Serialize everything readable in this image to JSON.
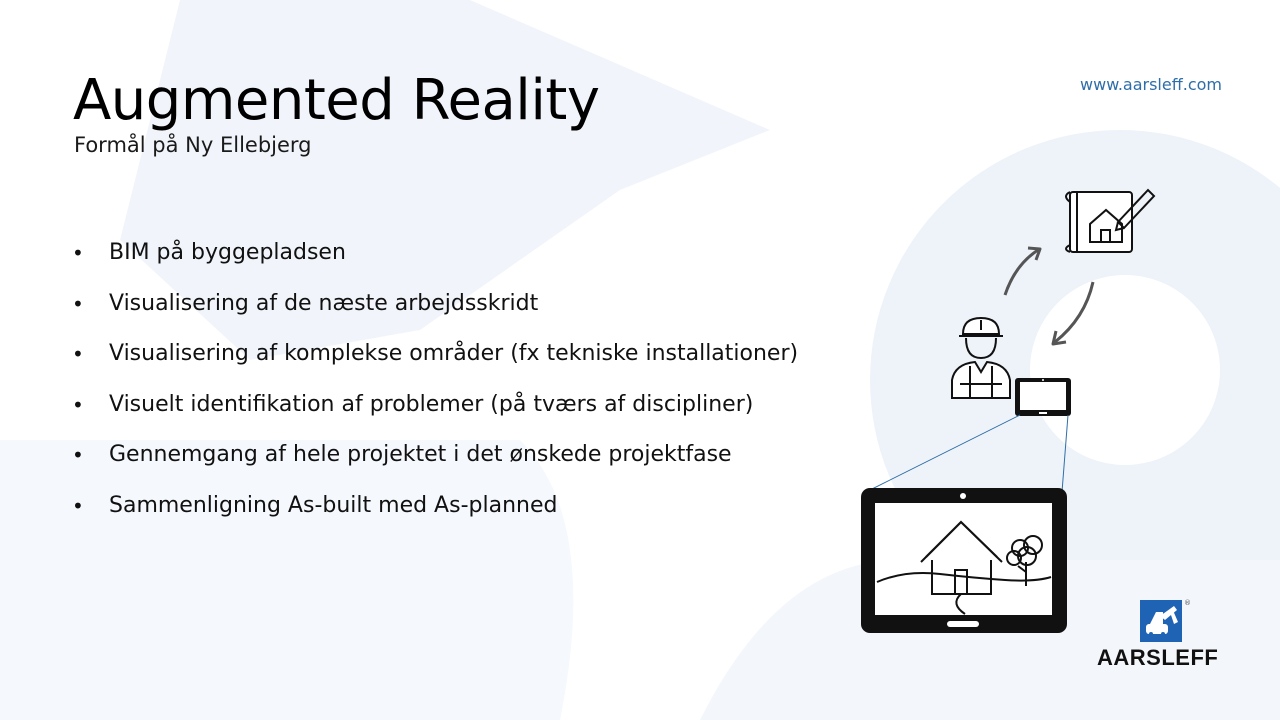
{
  "slide": {
    "title": "Augmented Reality",
    "subtitle": "Formål på Ny Ellebjerg",
    "url": "www.aarsleff.com",
    "bullets": [
      "BIM på byggepladsen",
      "Visualisering af de næste arbejdsskridt",
      "Visualisering af komplekse områder (fx tekniske installationer)",
      "Visuelt identifikation af problemer (på tværs af discipliner)",
      "Gennemgang af hele projektet i det ønskede projektfase",
      "Sammenligning As-built med As-planned"
    ],
    "bullet_symbol": "•",
    "brand": "AARSLEFF",
    "registered_mark": "®"
  },
  "colors": {
    "background_shapes": "#eef3fa",
    "url": "#2e6ea8",
    "logo_blue": "#1f63b5",
    "connector_line": "#2e6ea8"
  },
  "icons": [
    "blueprint-pencil-icon",
    "worker-icon",
    "tablet-icon",
    "cycle-arrows-icon",
    "house-scene-icon",
    "aarsleff-logo"
  ]
}
